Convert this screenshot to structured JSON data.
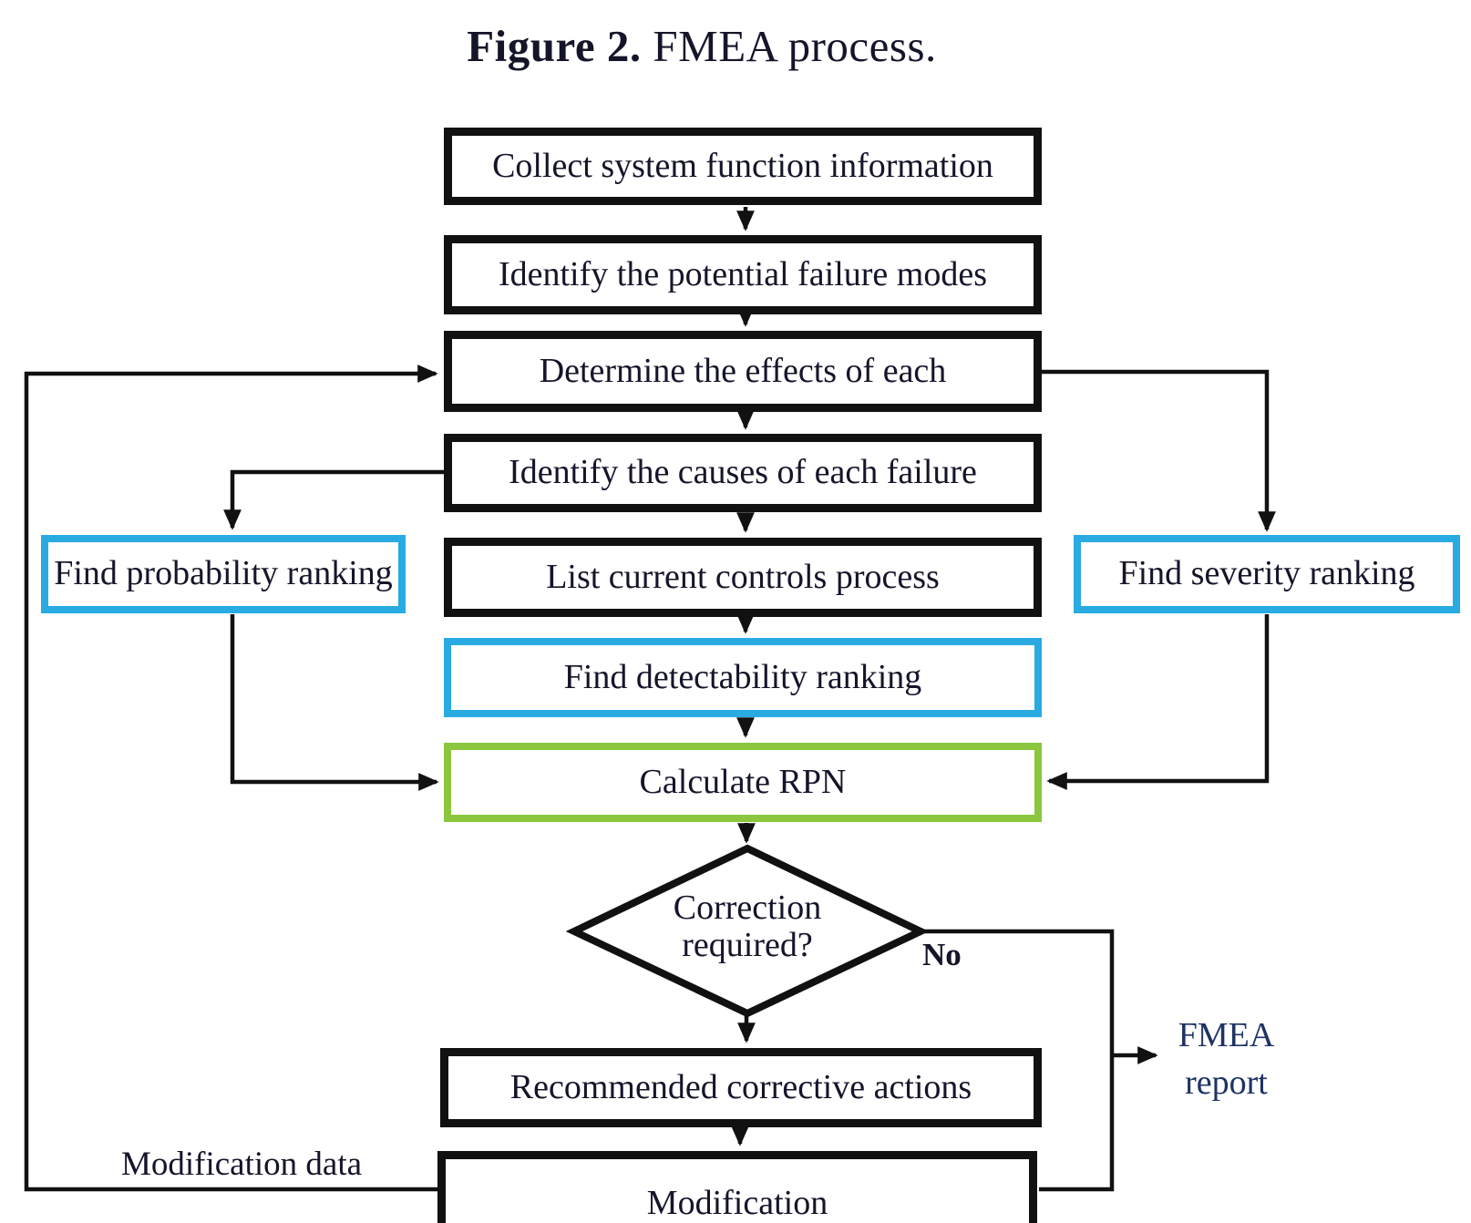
{
  "figure_caption": {
    "label_bold": "Figure 2.",
    "label_rest": " FMEA process."
  },
  "nodes": {
    "collect": "Collect system function information",
    "identify_modes": "Identify the potential failure modes",
    "determine_effects": "Determine the effects of each",
    "identify_causes": "Identify the causes of each failure",
    "list_controls": "List current controls process",
    "find_probability": "Find probability ranking",
    "find_severity": "Find severity ranking",
    "find_detectability": "Find detectability ranking",
    "calculate_rpn": "Calculate RPN",
    "decision_line1": "Correction",
    "decision_line2": "required?",
    "recommended": "Recommended corrective actions",
    "modification": "Modification"
  },
  "labels": {
    "no": "No",
    "modification_data": "Modification data",
    "fmea_line1": "FMEA",
    "fmea_line2": "report"
  },
  "colors": {
    "process_border": "#111111",
    "ranking_border": "#29abe2",
    "rpn_border": "#8cc63f",
    "connector": "#111111",
    "text": "#15152a",
    "fmea_text": "#1e3265"
  }
}
